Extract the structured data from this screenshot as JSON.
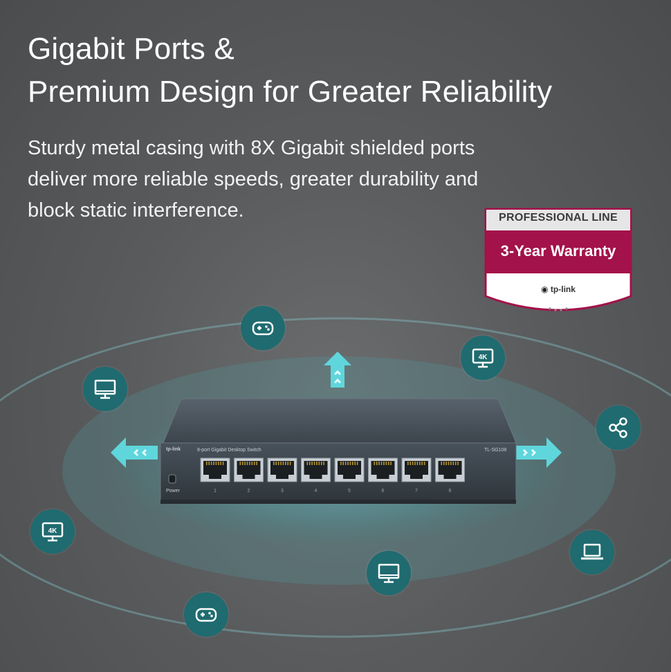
{
  "headline": {
    "line1": "Gigabit Ports &",
    "line2": "Premium Design for Greater Reliability"
  },
  "description": {
    "line1": "Sturdy metal casing with 8X Gigabit shielded ports",
    "line2": "deliver more reliable speeds, greater durability and",
    "line3": "block static interference."
  },
  "badge": {
    "top": "PROFESSIONAL LINE",
    "middle": "3-Year Warranty",
    "logo": "tp-link",
    "colors": {
      "band": "#a3124a",
      "top": "#e8e8e8",
      "bottom": "#ffffff"
    }
  },
  "switch": {
    "brand": "tp-link",
    "description": "8-port Gigabit Desktop Switch",
    "model": "TL-SG108",
    "power_label": "Power",
    "port_numbers": [
      "1",
      "2",
      "3",
      "4",
      "5",
      "6",
      "7",
      "8"
    ]
  },
  "device_icons": [
    "gamepad-icon",
    "monitor-icon",
    "4k-tv-icon",
    "share-icon",
    "4k-tv-icon",
    "laptop-icon",
    "monitor-icon",
    "gamepad-icon"
  ],
  "icon_text": {
    "tv_label": "4K"
  },
  "colors": {
    "icon_circle": "#1f6b70",
    "arrow": "#5fd6dc",
    "background": "#5b5d5f"
  }
}
